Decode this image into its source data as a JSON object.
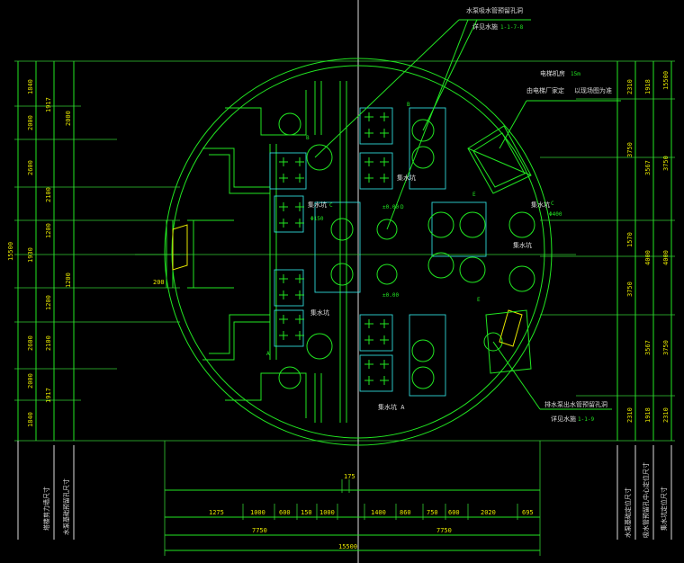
{
  "colors": {
    "background": "#000000",
    "linework": "#22e622",
    "dimension_text": "#e6e600",
    "hatch": "#2fd7d7",
    "frame": "#dddddd"
  },
  "labels": {
    "top_note_1": "水泵吸水管预留孔洞",
    "top_note_2": "详见水施",
    "top_note_2_ref": "1-1-7-8",
    "right_note_1": "电梯机房",
    "right_note_1_ref": "15m",
    "right_note_2": "由电梯厂家定",
    "right_note_3": "以现场图为准",
    "bottom_note_1": "排水泵出水管预留孔洞",
    "bottom_note_2": "详见水施",
    "bottom_note_2_ref": "1-1-9",
    "beam_a": "A",
    "beam_b": "B",
    "beam_c": "C",
    "beam_d": "D",
    "beam_e": "E",
    "pipe_lbl": "Φ150",
    "pipe_lbl2": "Φ400",
    "pump_well": "集水坑",
    "sump_a": "集水坑 A",
    "level": "±0.00",
    "dim_200": "200"
  },
  "dims_left_outer": [
    "15500"
  ],
  "dims_left": [
    "1840",
    "2000",
    "2600",
    "1200",
    "1930",
    "1200",
    "2600",
    "2000",
    "1840"
  ],
  "dims_left_inner": [
    "1917",
    "2100",
    "2100",
    "1917"
  ],
  "dims_right": [
    "2310",
    "3750",
    "1570",
    "3750",
    "2310"
  ],
  "dims_right_inner": [
    "1918",
    "3567",
    "4000",
    "3567",
    "1918"
  ],
  "dims_right_outer": [
    "15500"
  ],
  "dims_bottom": [
    "1275",
    "1000",
    "600",
    "150",
    "1000",
    "1400",
    "860",
    "750",
    "600",
    "2020",
    "695"
  ],
  "dims_bottom_mid": [
    "7750",
    "7750"
  ],
  "dims_bottom_total": "15500",
  "dim_top_small": "175",
  "left_legend": [
    "塔楼剪力墙尺寸",
    "水泵基础预留孔尺寸"
  ],
  "right_legend": [
    "水泵基础定位尺寸",
    "吸水管预留孔中心定位尺寸",
    "集水坑定位尺寸"
  ]
}
